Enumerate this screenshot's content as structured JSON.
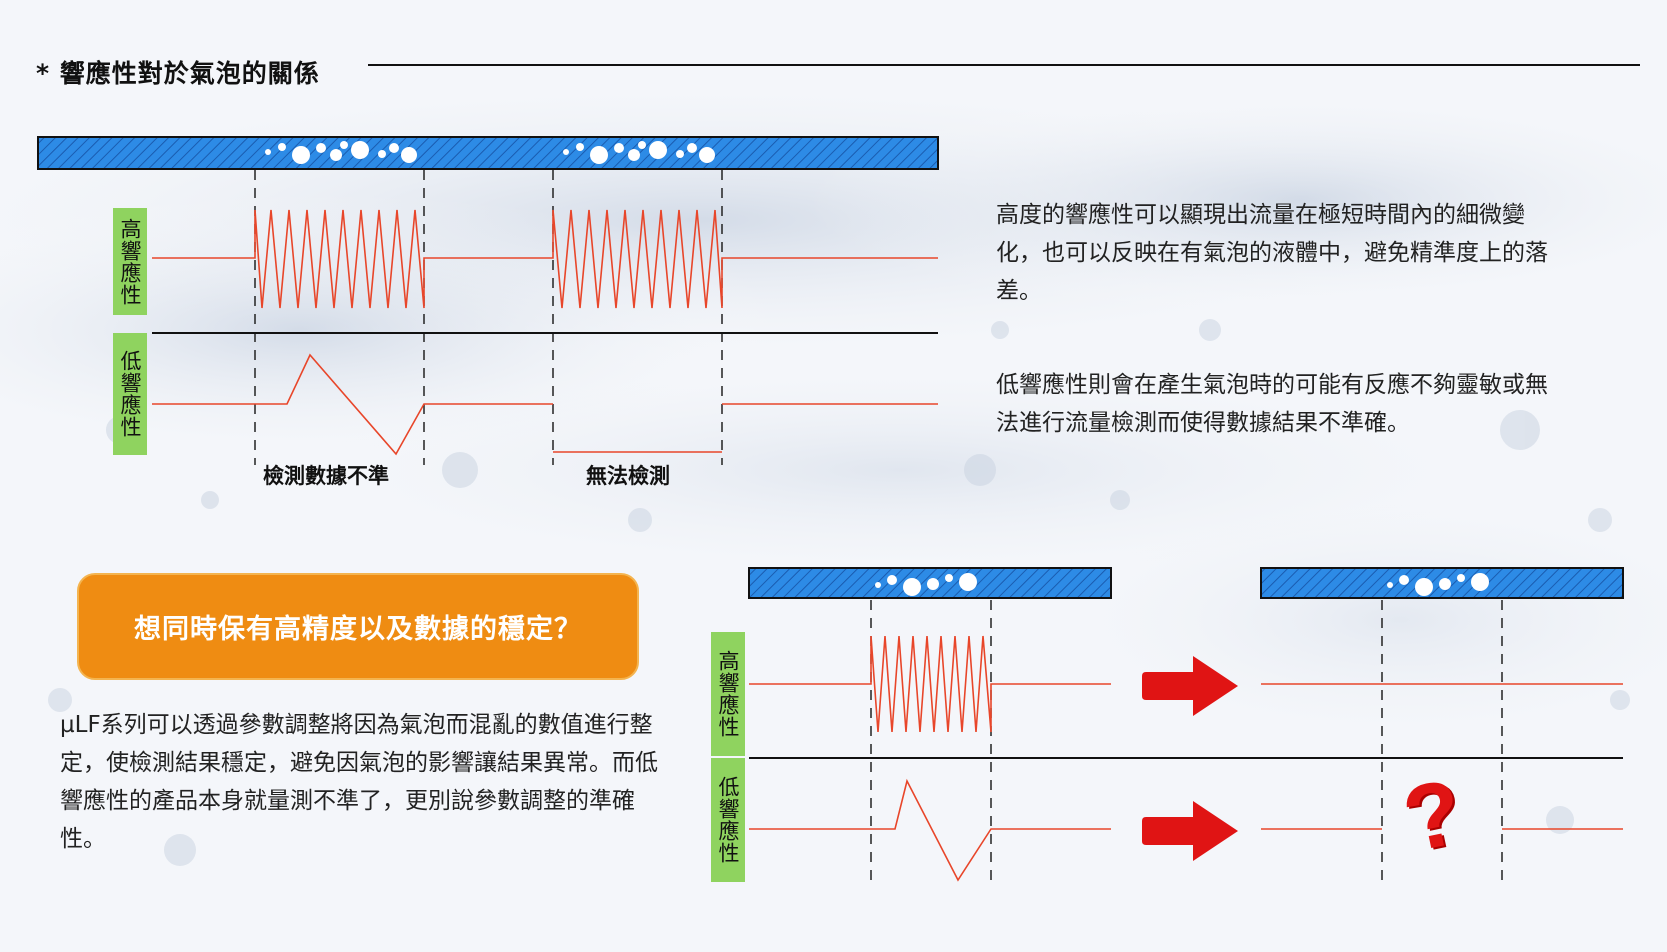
{
  "page": {
    "title": "* 響應性對於氣泡的關係"
  },
  "diagram_top": {
    "high_label": "高響應性",
    "low_label": "低響應性",
    "caption_left": "檢測數據不準",
    "caption_right": "無法檢測"
  },
  "diagram_bottom": {
    "high_label": "高響應性",
    "low_label": "低響應性",
    "question_mark": "?"
  },
  "text": {
    "para1": "高度的響應性可以顯現出流量在極短時間內的細微變化，也可以反映在有氣泡的液體中，避免精準度上的落差。",
    "para2": "低響應性則會在產生氣泡時的可能有反應不夠靈敏或無法進行流量檢測而使得數據結果不準確。",
    "callout": "想同時保有高精度以及數據的穩定？",
    "para3": " µLF系列可以透過參數調整將因為氣泡而混亂的數值進行整定，使檢測結果穩定，避免因氣泡的影響讓結果異常。而低響應性的產品本身就量測不準了，更別說參數調整的準確性。"
  },
  "colors": {
    "pipe_blue": "#2d8be6",
    "label_green": "#8fd35f",
    "signal_red": "#e8462a",
    "arrow_red": "#e01414",
    "callout_orange": "#ef8c12"
  }
}
